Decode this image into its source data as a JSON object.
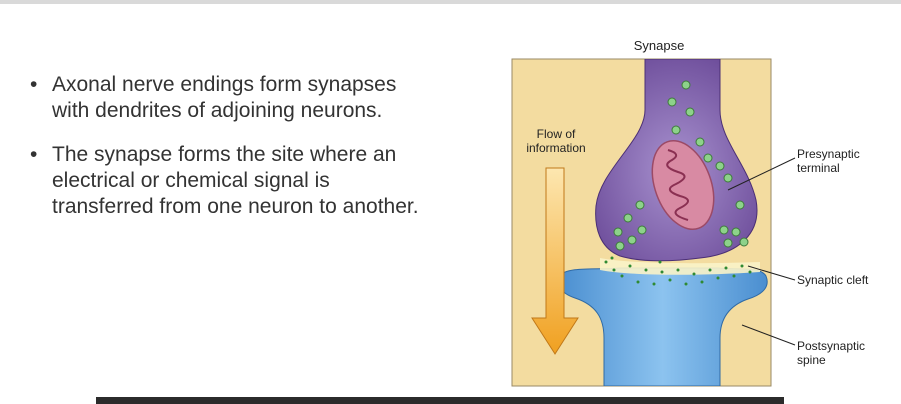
{
  "slide": {
    "bullets": [
      "Axonal nerve endings form synapses with dendrites of adjoining neurons.",
      "The synapse forms the site where an electrical or chemical signal is transferred from one neuron to another."
    ]
  },
  "diagram": {
    "title": "Synapse",
    "flow_label_1": "Flow of",
    "flow_label_2": "information",
    "presynaptic_1": "Presynaptic",
    "presynaptic_2": "terminal",
    "cleft": "Synaptic cleft",
    "postsynaptic_1": "Postsynaptic",
    "postsynaptic_2": "spine"
  },
  "colors": {
    "panel_bg": "#f3dca0",
    "presynaptic": "#7b5aa6",
    "postsynaptic": "#5b9fd8",
    "vesicle": "#8dd28a",
    "mitochondrion": "#c56a86",
    "arrow": "#f5a623"
  }
}
